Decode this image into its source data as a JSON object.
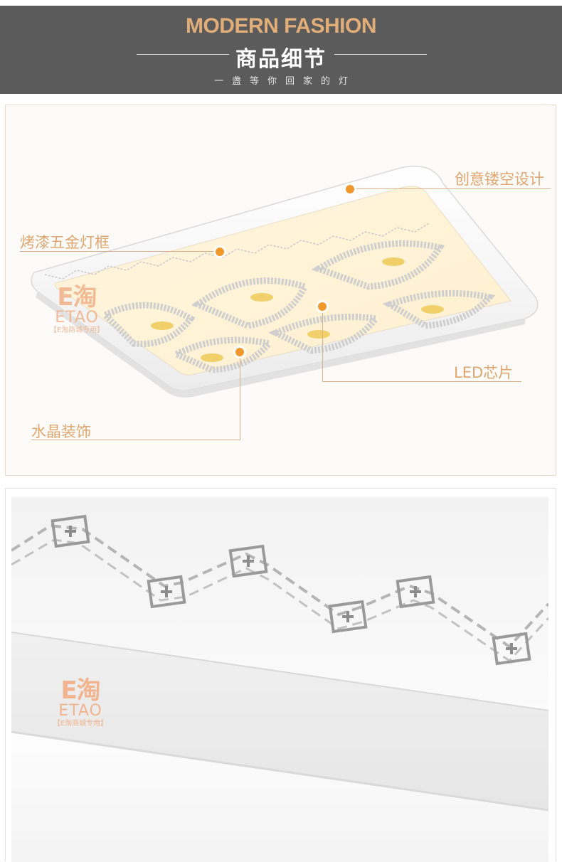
{
  "header": {
    "title_en": "MODERN FASHION",
    "title_cn": "商品细节",
    "subtitle": "一盏等你回家的灯"
  },
  "callouts": {
    "hollow_design": "创意镂空设计",
    "frame": "烤漆五金灯框",
    "led": "LED芯片",
    "crystal": "水晶装饰"
  },
  "watermark": {
    "mark": "E淘",
    "en": "ETAO",
    "small": "【E淘商城专用】"
  },
  "colors": {
    "header_bg": "#5b5b5b",
    "accent": "#e1ad79",
    "callout_text": "#e0a66e",
    "dot": "#f0982c"
  }
}
